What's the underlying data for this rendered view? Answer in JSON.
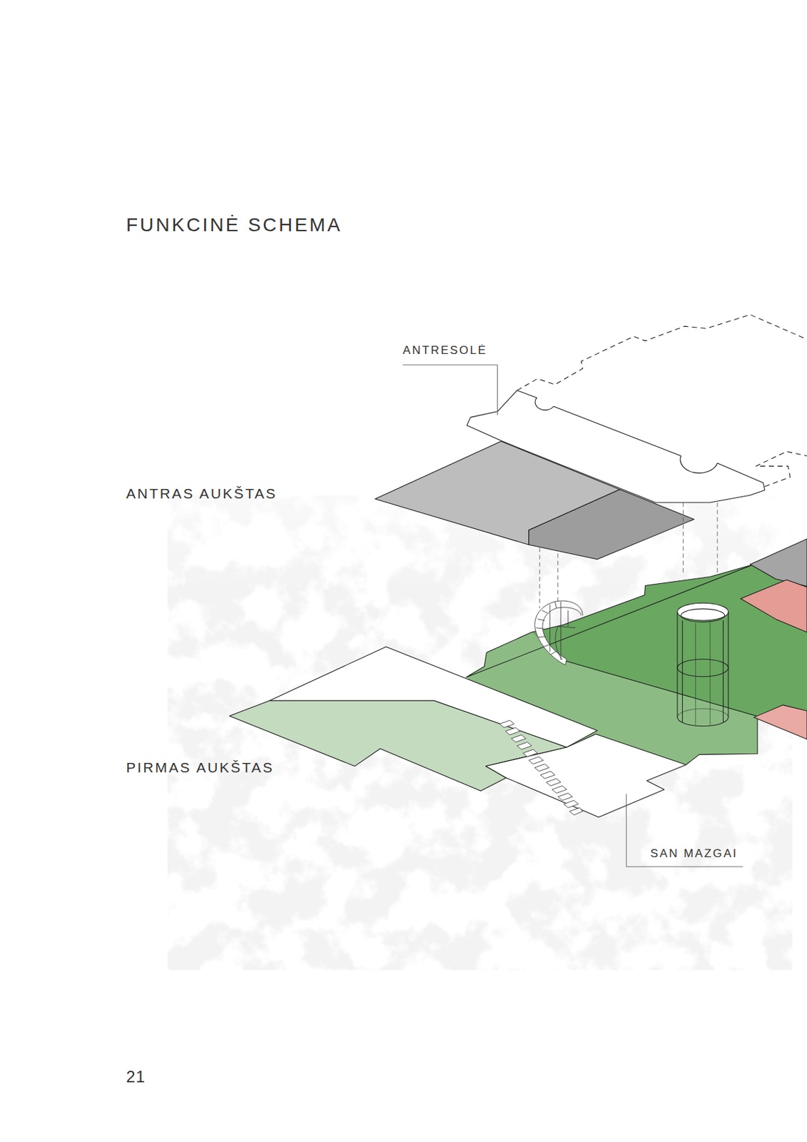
{
  "diagram": {
    "title": "FUNKCINĖ SCHEMA",
    "labels": [
      "ANTRESOLĖ",
      "ANTRAS AUKŠTAS",
      "PIRMAS AUKŠTAS",
      "SAN MAZGAI",
      "21"
    ]
  }
}
